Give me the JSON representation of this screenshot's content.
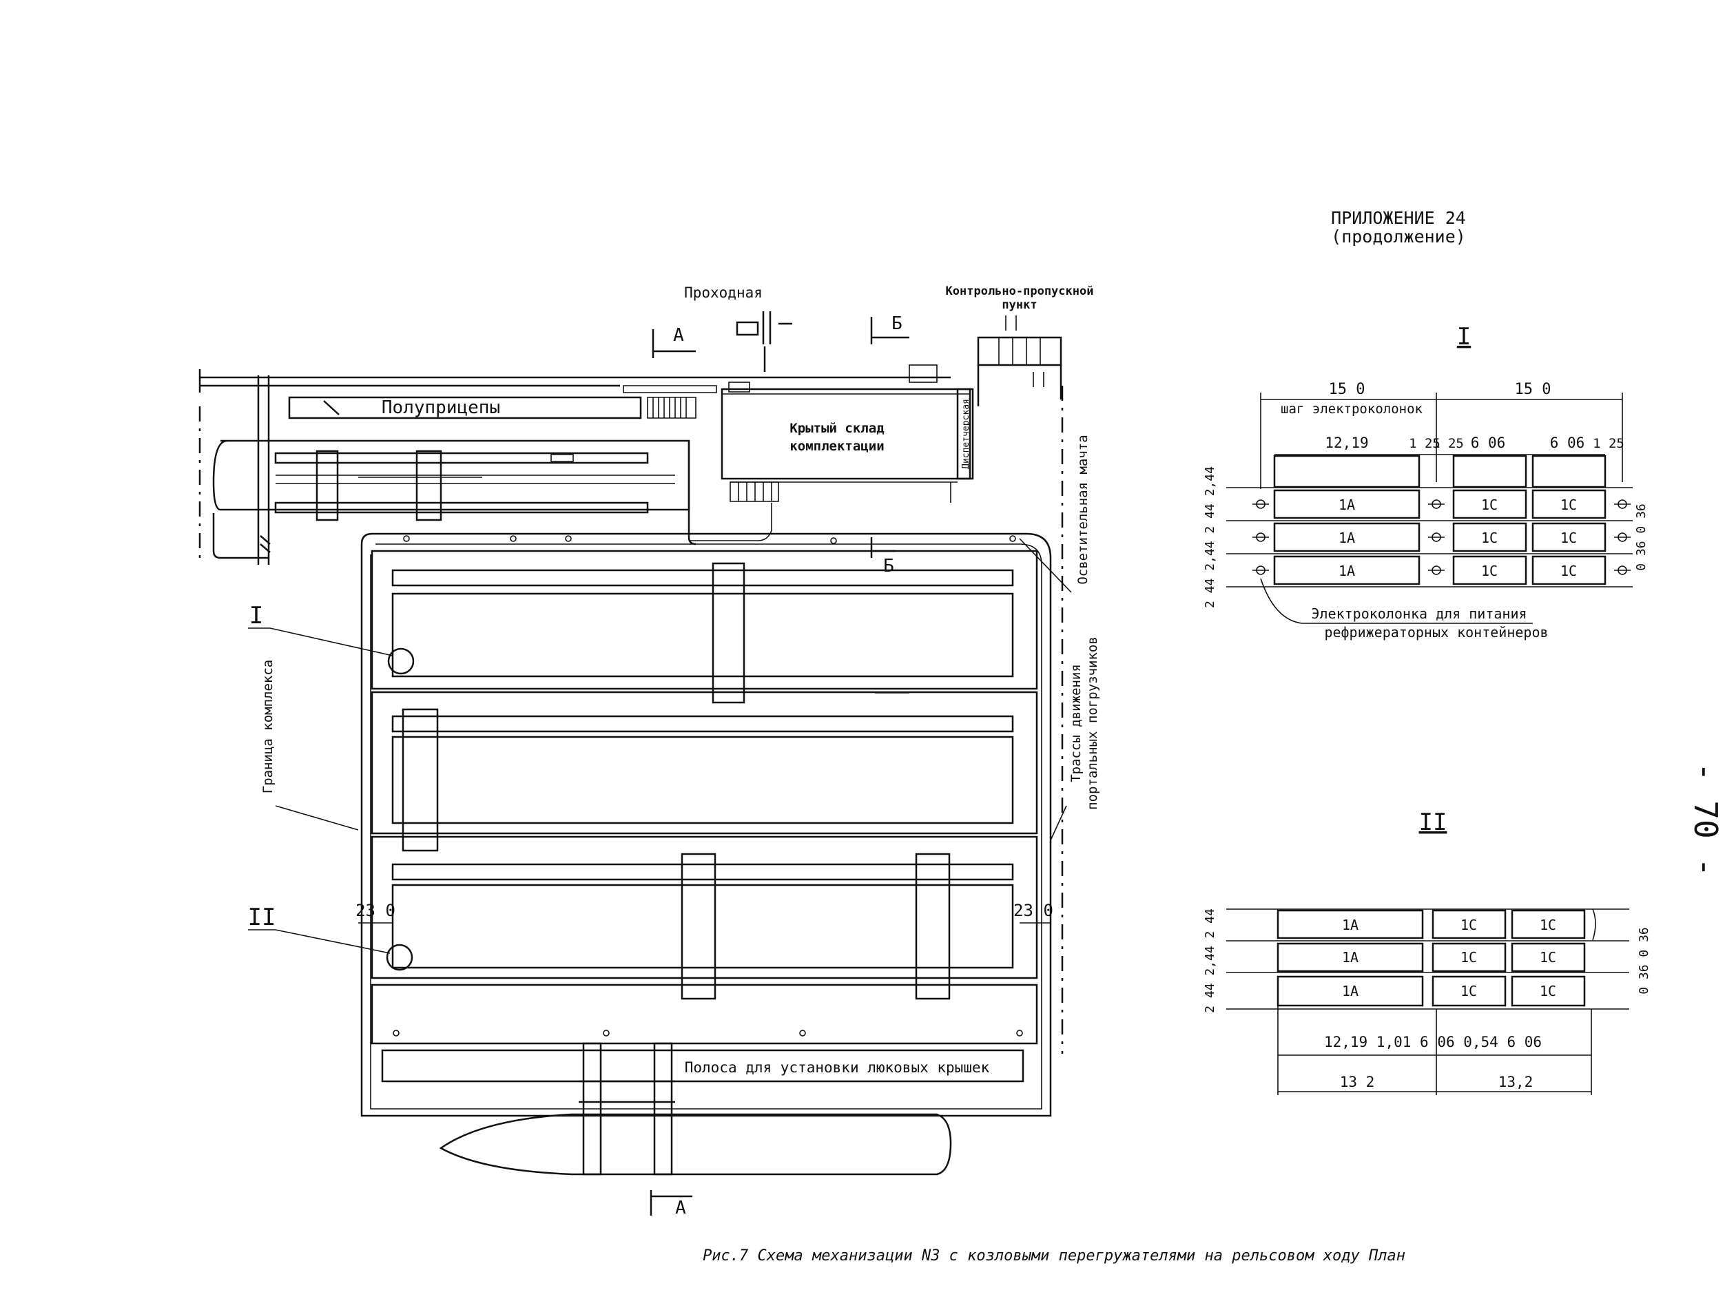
{
  "header": {
    "appendix": "ПРИЛОЖЕНИЕ 24",
    "continued": "(продолжение)"
  },
  "page_number": "- 70 -",
  "caption": "Рис.7  Схема механизации N3 с козловыми перегружателями на рельсовом ходу  План",
  "plan": {
    "checkpoint": "Проходная",
    "control_point_line1": "Контрольно-пропускной",
    "control_point_line2": "пункт",
    "section_a": "А",
    "section_b": "Б",
    "semitrailers": "Полуприцепы",
    "warehouse_line1": "Крытый склад",
    "warehouse_line2": "комплектации",
    "dispatch": "Диспетчерская",
    "lighting_mast": "Осветительная мачта",
    "complex_boundary": "Граница комплекса",
    "tracks_line1": "Трассы движения",
    "tracks_line2": "портальных погрузчиков",
    "callout_1": "I",
    "callout_2": "II",
    "dim_left": "23 0",
    "dim_right": "23 0",
    "hatch_strip": "Полоса для установки люковых крышек"
  },
  "detail1": {
    "title": "I",
    "span_left": "15 0",
    "span_right": "15 0",
    "pitch_label": "шаг электроколонок",
    "d_1219": "12,19",
    "d_125a": "1 25",
    "d_125b": "1 25",
    "d_606a": "6 06",
    "d_606b": "6 06",
    "d_125c": "1 25",
    "row_dims": "2 44  2,44  2 44  2,44",
    "gap_dims": "0 36 0 36",
    "cells": [
      [
        "1А",
        "1С",
        "1С"
      ],
      [
        "1А",
        "1С",
        "1С"
      ],
      [
        "1А",
        "1С",
        "1С"
      ]
    ],
    "note_line1": "Электроколонка для питания",
    "note_line2": "рефрижераторных контейнеров"
  },
  "detail2": {
    "title": "II",
    "row_dims": "2 44  2,44  2 44",
    "gap_dims": "0 36 0 36",
    "cells": [
      [
        "1А",
        "1С",
        "1С"
      ],
      [
        "1А",
        "1С",
        "1С"
      ],
      [
        "1А",
        "1С",
        "1С"
      ]
    ],
    "dims_bottom": "12,19    1,01  6 06  0,54  6 06",
    "total_left": "13 2",
    "total_right": "13,2"
  }
}
